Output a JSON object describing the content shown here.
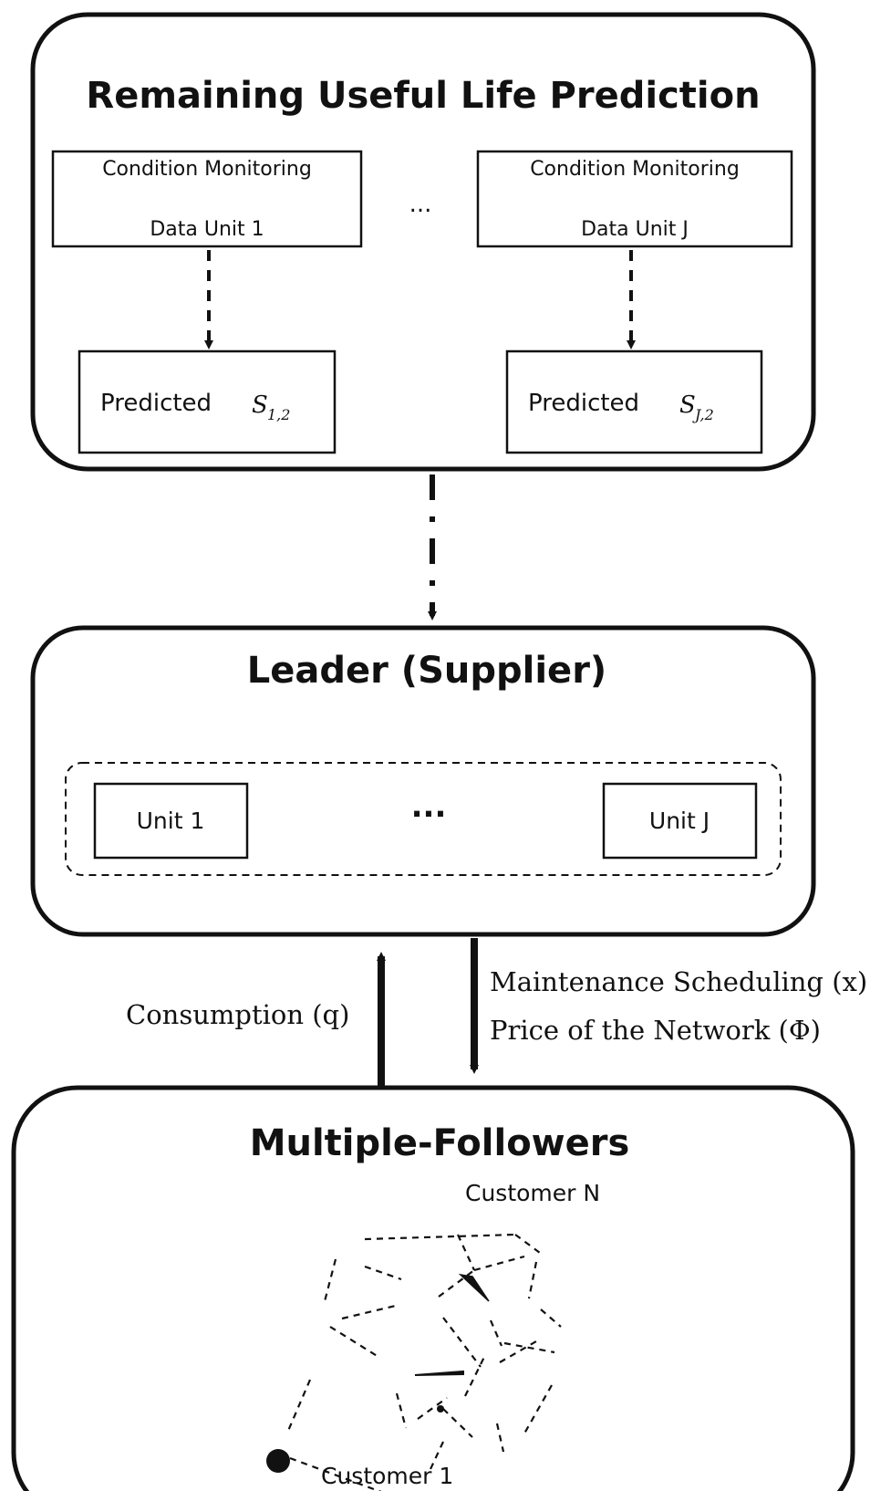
{
  "rul_panel": {
    "title": "Remaining Useful Life Prediction",
    "cm_boxes": [
      {
        "line1": "Condition Monitoring",
        "line2": "Data Unit 1"
      },
      {
        "line1": "Condition Monitoring",
        "line2": "Data Unit J"
      }
    ],
    "ellipsis": "...",
    "predicted_boxes": [
      {
        "label": "Predicted",
        "symbol": "S",
        "subscript": "1,2"
      },
      {
        "label": "Predicted",
        "symbol": "S",
        "subscript": "J,2"
      }
    ]
  },
  "leader_panel": {
    "title": "Leader (Supplier)",
    "units": [
      "Unit 1",
      "Unit J"
    ],
    "ellipsis": "..."
  },
  "flows": {
    "up_label": "Consumption (q)",
    "down_label_1": "Maintenance Scheduling (x)",
    "down_label_2": "Price of the Network (Φ)"
  },
  "followers_panel": {
    "title": "Multiple-Followers",
    "customer_top": "Customer N",
    "customer_bottom": "Customer 1"
  }
}
